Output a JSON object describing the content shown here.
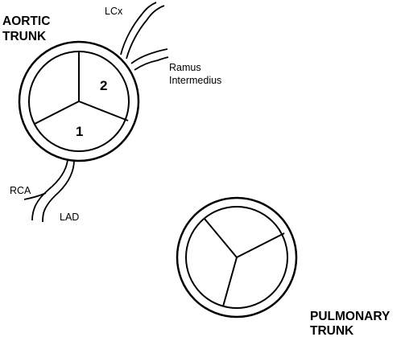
{
  "aortic_trunk": {
    "title_line1": "AORTIC",
    "title_line2": "TRUNK",
    "cusp_1_label": "1",
    "cusp_2_label": "2"
  },
  "pulmonary_trunk": {
    "title_line1": "PULMONARY",
    "title_line2": "TRUNK"
  },
  "vessels": {
    "lcx": "LCx",
    "ramus_line1": "Ramus",
    "ramus_line2": "Intermedius",
    "rca": "RCA",
    "lad": "LAD"
  },
  "colors": {
    "line": "#000000",
    "background": "#ffffff"
  }
}
